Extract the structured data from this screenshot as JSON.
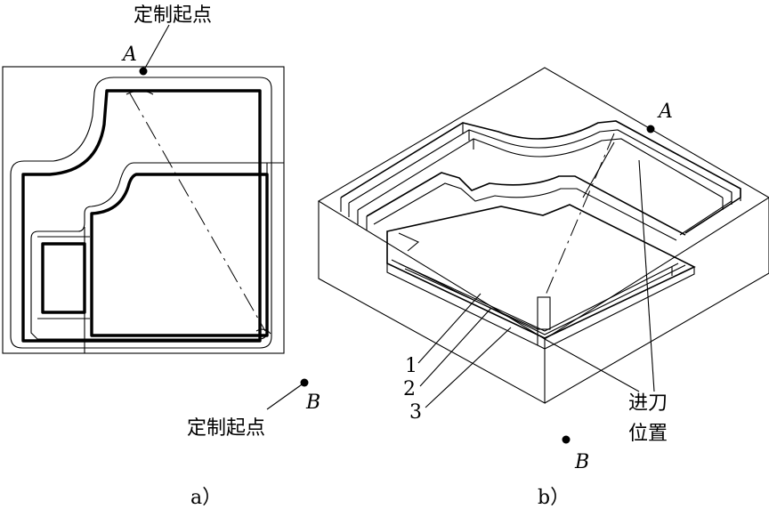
{
  "panel_a": {
    "caption": "a）",
    "label_start_top": "定制起点",
    "label_start_bottom": "定制起点",
    "point_a": "A",
    "point_b": "B"
  },
  "panel_b": {
    "caption": "b）",
    "point_a": "A",
    "point_b": "B",
    "path_labels": [
      "1",
      "2",
      "3"
    ],
    "feed_label_line1": "进刀",
    "feed_label_line2": "位置"
  }
}
